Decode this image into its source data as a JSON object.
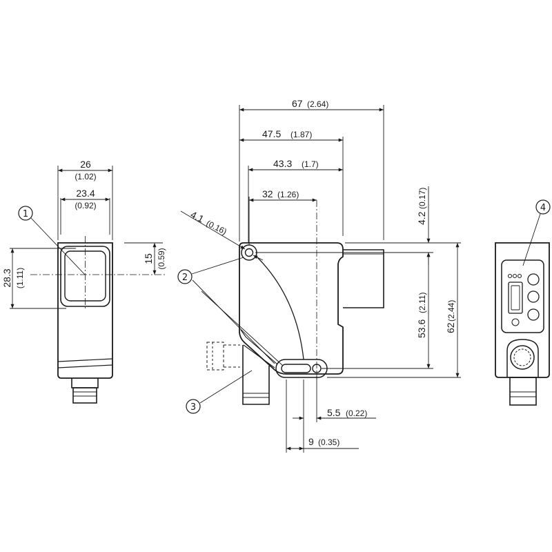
{
  "callouts": {
    "c1": "1",
    "c2": "2",
    "c3": "3",
    "c4": "4"
  },
  "front_view": {
    "width_outer": {
      "mm": "26",
      "in": "(1.02)"
    },
    "width_inner": {
      "mm": "23.4",
      "in": "(0.92)"
    },
    "height_left": {
      "mm": "28.3",
      "in": "(1.11)"
    },
    "height_right": {
      "mm": "15",
      "in": "(0.59)"
    }
  },
  "side_view": {
    "dim_67": {
      "mm": "67",
      "in": "(2.64)"
    },
    "dim_47_5": {
      "mm": "47.5",
      "in": "(1.87)"
    },
    "dim_43_3": {
      "mm": "43.3",
      "in": "(1.7)"
    },
    "dim_32": {
      "mm": "32",
      "in": "(1.26)"
    },
    "dim_4_1": {
      "mm": "4.1",
      "in": "(0.16)"
    },
    "dim_4_2": {
      "mm": "4.2",
      "in": "(0.17)"
    },
    "dim_53_6": {
      "mm": "53.6",
      "in": "(2.11)"
    },
    "dim_62": {
      "mm": "62",
      "in": "(2.44)"
    },
    "dim_5_5": {
      "mm": "5.5",
      "in": "(0.22)"
    },
    "dim_9": {
      "mm": "9",
      "in": "(0.35)"
    }
  },
  "colors": {
    "line": "#1a1a1a",
    "background": "#ffffff"
  }
}
